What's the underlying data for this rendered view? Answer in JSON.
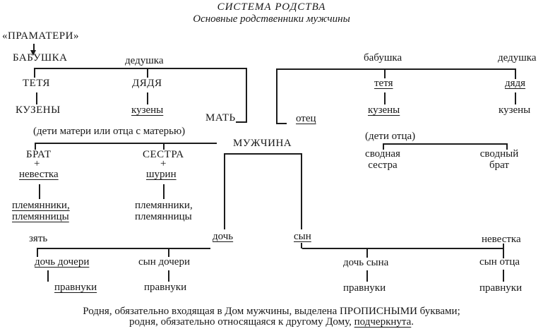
{
  "title": {
    "main": "СИСТЕМА РОДСТВА",
    "subtitle": "Основные родственники мужчины"
  },
  "left_tree": {
    "pramateri": "«ПРАМАТЕРИ»",
    "babushka": "БАБУШКА",
    "dedushka": "дедушка",
    "tetya": "ТЕТЯ",
    "dyadya": "ДЯДЯ",
    "kuzeny_caps": "КУЗЕНЫ",
    "kuzeny_small": "кузены",
    "mat": "МАТЬ",
    "note": "(дети матери или отца с матерью)",
    "brat": "БРАТ",
    "plus": "+",
    "nevestka": "невестка",
    "plemyanniki_1": "племянники,\nплемянницы",
    "sestra": "СЕСТРА",
    "shurin": "шурин",
    "plemyanniki_2": "племянники,\nплемянницы"
  },
  "right_tree": {
    "babushka": "бабушка",
    "dedushka": "дедушка",
    "tetya": "тетя",
    "dyadya": "дядя",
    "kuzeny_1": "кузены",
    "kuzeny_2": "кузены",
    "otets": "отец",
    "note": "(дети отца)",
    "svodnaya_sestra": "сводная\nсестра",
    "svodnyy_brat": "сводный\nбрат"
  },
  "center": {
    "muzhchina": "МУЖЧИНА",
    "doch": "дочь",
    "syn": "сын"
  },
  "descendants": {
    "zyat": "зять",
    "doch_docheri": "дочь дочери",
    "syn_docheri": "сын дочери",
    "pravnuki_1": "правнуки",
    "pravnuki_2": "правнуки",
    "nevestka": "невестка",
    "doch_syna": "дочь сына",
    "syn_ottsa": "сын отца",
    "pravnuki_3": "правнуки",
    "pravnuki_4": "правнуки"
  },
  "footnote": {
    "line1": "Родня, обязательно входящая в Дом мужчины, выделена ПРОПИСНЫМИ буквами;",
    "line2_prefix": "родня, обязательно относящаяся к другому Дому, ",
    "line2_underlined": "подчеркнута",
    "line2_suffix": "."
  },
  "colors": {
    "line": "#1c1c1c",
    "text": "#171717",
    "background": "#ffffff"
  }
}
